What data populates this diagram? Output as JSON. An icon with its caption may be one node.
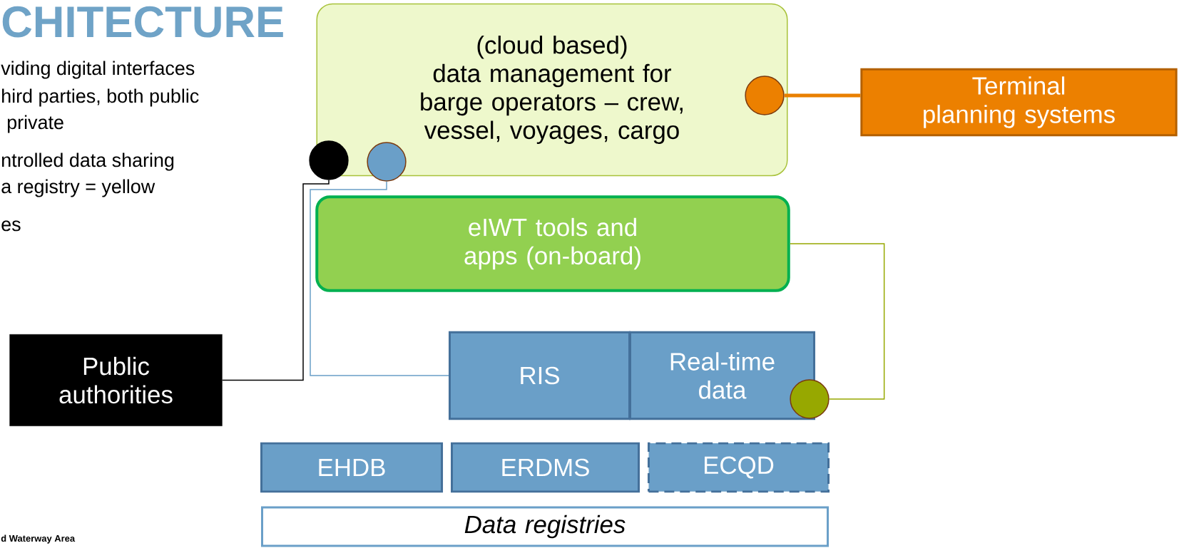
{
  "diagram": {
    "nodes": [
      {
        "text": [
          "(cloud based)",
          "data management for barge operators – crew, vessel, voyages, cargo"
        ]
      },
      {
        "text": [
          "Terminal planning systems"
        ]
      },
      {
        "text": [
          "eIWT tools and apps (on-board)"
        ]
      },
      {
        "text": [
          "RIS"
        ]
      },
      {
        "text": [
          "Real-time data"
        ]
      },
      {
        "text": [
          "Public authorities"
        ]
      },
      {
        "text": [
          "EHDB"
        ]
      },
      {
        "text": [
          "ERDMS"
        ]
      },
      {
        "text": [
          "ECQD"
        ]
      },
      {
        "text": [
          "Data registries"
        ]
      },
      {
        "text": [],
        "shape": "circle"
      },
      {
        "text": [],
        "shape": "circle"
      },
      {
        "text": [],
        "shape": "circle",
        "in": 0
      },
      {
        "text": [],
        "shape": "circle"
      }
    ],
    "edges": [
      {
        "from": 10,
        "to": 5,
        "arrow": "none",
        "color": "#000000"
      },
      {
        "from": 11,
        "to": 3,
        "arrow": "none",
        "color": "#6a9fc8"
      },
      {
        "from": 12,
        "to": 1,
        "arrow": "none",
        "style": "thick",
        "color": "#e98000"
      },
      {
        "from": 13,
        "to": 2,
        "arrow": "none",
        "color": "#97a800"
      }
    ],
    "labels": [
      "CHITECTURE",
      "viding digital interfaces",
      "hird parties, both public",
      "private",
      "ntrolled data sharing",
      "a registry = yellow",
      "es",
      "d Waterway Area"
    ]
  }
}
